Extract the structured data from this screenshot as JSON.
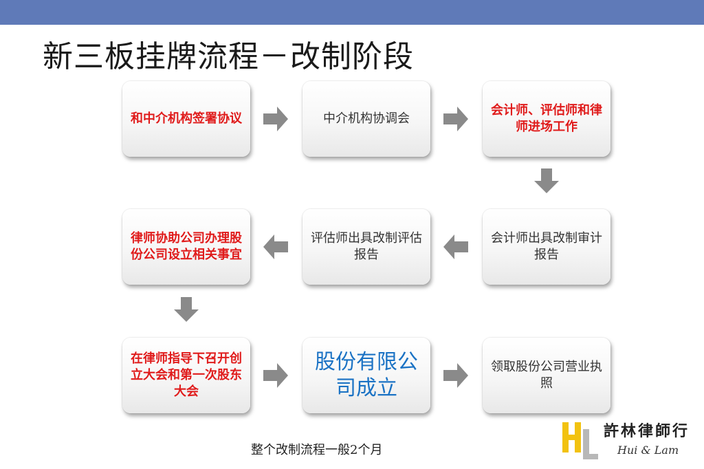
{
  "title": "新三板挂牌流程－改制阶段",
  "steps": [
    {
      "text": "和中介机构签署协议",
      "style": "red"
    },
    {
      "text": "中介机构协调会",
      "style": "normal"
    },
    {
      "text": "会计师、评估师和律师进场工作",
      "style": "red"
    },
    {
      "text": "会计师出具改制审计报告",
      "style": "normal"
    },
    {
      "text": "评估师出具改制评估报告",
      "style": "normal"
    },
    {
      "text": "律师协助公司办理股份公司设立相关事宜",
      "style": "red"
    },
    {
      "text": "在律师指导下召开创立大会和第一次股东大会",
      "style": "red"
    },
    {
      "text": "股份有限公司成立",
      "style": "blue"
    },
    {
      "text": "领取股份公司营业执照",
      "style": "normal"
    }
  ],
  "footer_note": "整个改制流程一般2个月",
  "logo": {
    "chinese": "許林律師行",
    "english": "Hui & Lam"
  },
  "colors": {
    "header_bar": "#5f7ab8",
    "red_text": "#e01b1b",
    "blue_text": "#1a72c4",
    "arrow": "#8a8a8a"
  }
}
